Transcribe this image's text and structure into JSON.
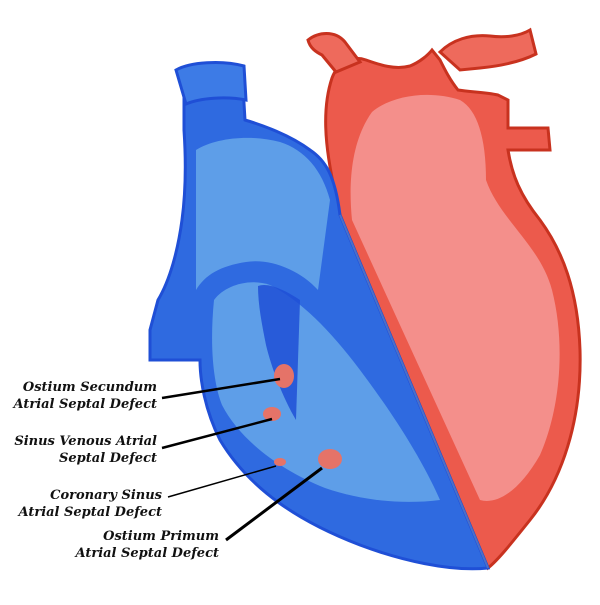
{
  "colors": {
    "deoxygenated_dark": "#1f4fd6",
    "deoxygenated_fill": "#5e9ee8",
    "oxygenated_dark": "#e23d2b",
    "oxygenated_fill": "#f28a87",
    "defect": "#e57368",
    "pointer_line": "#000000"
  },
  "labels": [
    {
      "line1": "Ostium Secundum",
      "line2": "Atrial Septal Defect"
    },
    {
      "line1": "Sinus Venous Atrial",
      "line2": "Septal Defect"
    },
    {
      "line1": "Coronary Sinus",
      "line2": "Atrial Septal Defect"
    },
    {
      "line1": "Ostium Primum",
      "line2": "Atrial Septal Defect"
    }
  ]
}
